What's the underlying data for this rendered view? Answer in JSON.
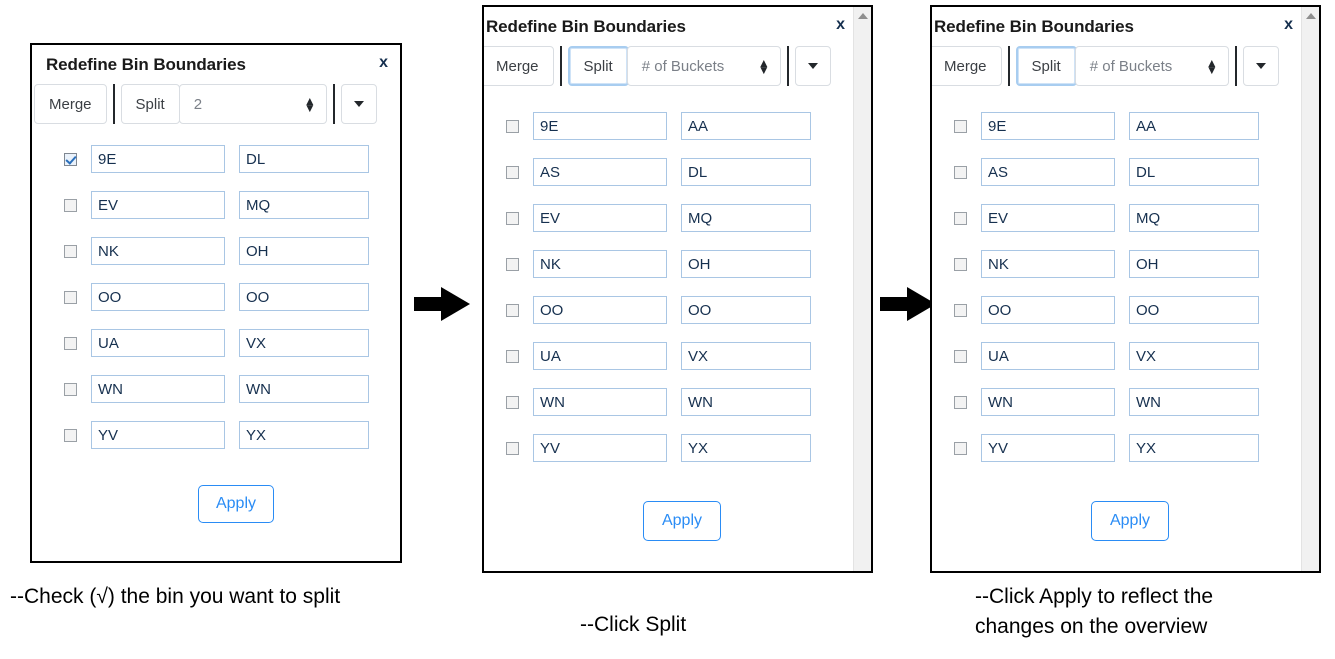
{
  "panels": [
    {
      "title": "Redefine Bin Boundaries",
      "close_label": "x",
      "toolbar": {
        "merge_label": "Merge",
        "split_label": "Split",
        "split_focused": false,
        "buckets_value": "2",
        "buckets_placeholder": "# of Buckets",
        "dropdown_label": ""
      },
      "rows": [
        {
          "checked": true,
          "left": "9E",
          "right": "DL"
        },
        {
          "checked": false,
          "left": "EV",
          "right": "MQ"
        },
        {
          "checked": false,
          "left": "NK",
          "right": "OH"
        },
        {
          "checked": false,
          "left": "OO",
          "right": "OO"
        },
        {
          "checked": false,
          "left": "UA",
          "right": "VX"
        },
        {
          "checked": false,
          "left": "WN",
          "right": "WN"
        },
        {
          "checked": false,
          "left": "YV",
          "right": "YX"
        }
      ],
      "apply_label": "Apply",
      "has_scrollbar": false,
      "caption": "--Check (√) the bin you want to split"
    },
    {
      "title": "Redefine Bin Boundaries",
      "close_label": "x",
      "toolbar": {
        "merge_label": "Merge",
        "split_label": "Split",
        "split_focused": true,
        "buckets_value": "# of Buckets",
        "buckets_placeholder": "# of Buckets",
        "dropdown_label": ""
      },
      "rows": [
        {
          "checked": false,
          "left": "9E",
          "right": "AA"
        },
        {
          "checked": false,
          "left": "AS",
          "right": "DL"
        },
        {
          "checked": false,
          "left": "EV",
          "right": "MQ"
        },
        {
          "checked": false,
          "left": "NK",
          "right": "OH"
        },
        {
          "checked": false,
          "left": "OO",
          "right": "OO"
        },
        {
          "checked": false,
          "left": "UA",
          "right": "VX"
        },
        {
          "checked": false,
          "left": "WN",
          "right": "WN"
        },
        {
          "checked": false,
          "left": "YV",
          "right": "YX"
        }
      ],
      "apply_label": "Apply",
      "has_scrollbar": true,
      "caption": "--Click Split"
    },
    {
      "title": "Redefine Bin Boundaries",
      "close_label": "x",
      "toolbar": {
        "merge_label": "Merge",
        "split_label": "Split",
        "split_focused": true,
        "buckets_value": "# of Buckets",
        "buckets_placeholder": "# of Buckets",
        "dropdown_label": ""
      },
      "rows": [
        {
          "checked": false,
          "left": "9E",
          "right": "AA"
        },
        {
          "checked": false,
          "left": "AS",
          "right": "DL"
        },
        {
          "checked": false,
          "left": "EV",
          "right": "MQ"
        },
        {
          "checked": false,
          "left": "NK",
          "right": "OH"
        },
        {
          "checked": false,
          "left": "OO",
          "right": "OO"
        },
        {
          "checked": false,
          "left": "UA",
          "right": "VX"
        },
        {
          "checked": false,
          "left": "WN",
          "right": "WN"
        },
        {
          "checked": false,
          "left": "YV",
          "right": "YX"
        }
      ],
      "apply_label": "Apply",
      "has_scrollbar": true,
      "caption": "--Click Apply to reflect the\nchanges on the overview"
    }
  ],
  "icons": {
    "flow_arrow": "arrow-right-icon",
    "spinner_up": "spinner-up-icon",
    "spinner_down": "spinner-down-icon",
    "dropdown_caret": "chevron-down-icon",
    "scroll_up": "scroll-up-arrow-icon",
    "close": "close-icon"
  },
  "colors": {
    "accent": "#2a8cf5",
    "field_border": "#a9c6e4",
    "focus_border": "#a8cdf0",
    "panel_border": "#000000",
    "text": "#16304f"
  }
}
